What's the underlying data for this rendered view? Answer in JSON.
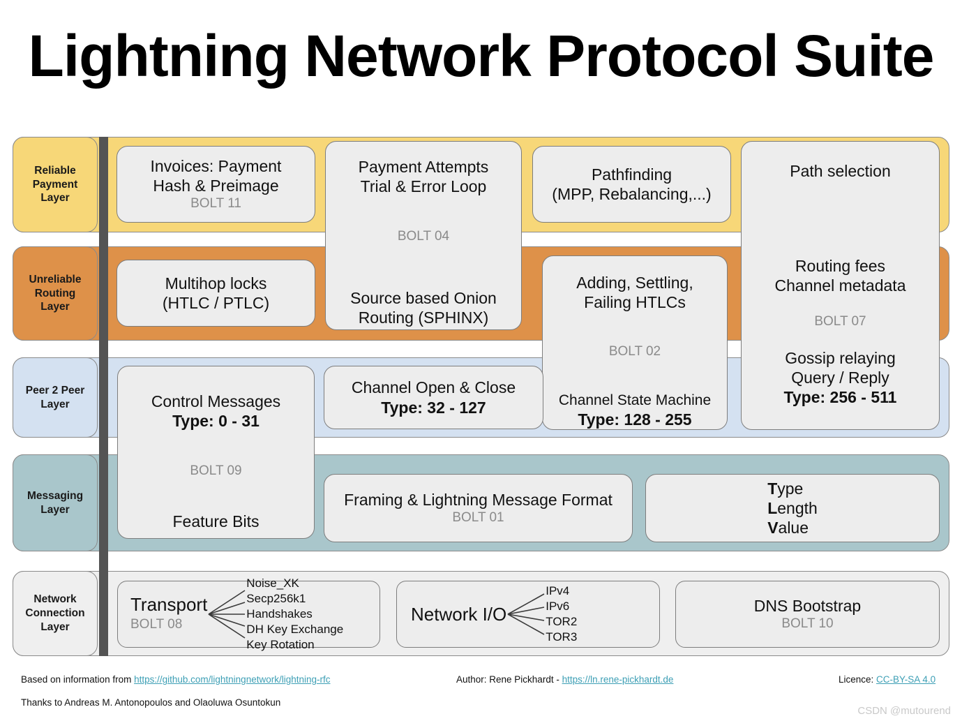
{
  "title": "Lightning Network Protocol Suite",
  "colors": {
    "reliable_payment": "#F7D778",
    "unreliable_routing": "#DE9149",
    "peer2peer": "#D4E1F1",
    "messaging": "#A9C6CB",
    "network_connection": "#EFEFEF",
    "box_fill": "#ededed",
    "spine": "#545454",
    "link": "#3d9fb5",
    "bolt_text": "#8a8a8a"
  },
  "layers": [
    {
      "id": "reliable-payment",
      "label": "Reliable\nPayment\nLayer",
      "label_lines": [
        "Reliable",
        "Payment",
        "Layer"
      ]
    },
    {
      "id": "unreliable-routing",
      "label": "Unreliable\nRouting\nLayer",
      "label_lines": [
        "Unreliable",
        "Routing",
        "Layer"
      ]
    },
    {
      "id": "peer-2-peer",
      "label": "Peer 2 Peer\nLayer",
      "label_lines": [
        "Peer 2 Peer",
        "Layer"
      ]
    },
    {
      "id": "messaging",
      "label": "Messaging\nLayer",
      "label_lines": [
        "Messaging",
        "Layer"
      ]
    },
    {
      "id": "network-connection",
      "label": "Network\nConnection\nLayer",
      "label_lines": [
        "Network",
        "Connection",
        "Layer"
      ]
    }
  ],
  "boxes": {
    "invoices": {
      "line1": "Invoices: Payment",
      "line2": "Hash & Preimage",
      "bolt": "BOLT 11"
    },
    "payment_attempts": {
      "line1": "Payment Attempts",
      "line2": "Trial & Error Loop",
      "bolt": "BOLT 04",
      "line3": "Source based Onion",
      "line4": "Routing (SPHINX)"
    },
    "pathfinding": {
      "line1": "Pathfinding",
      "line2": "(MPP, Rebalancing,...)"
    },
    "path_selection": {
      "line1": "Path selection",
      "line2": "Routing fees",
      "line3": "Channel metadata",
      "bolt": "BOLT 07",
      "line4": "Gossip relaying",
      "line5": "Query / Reply",
      "line6": "Type: 256 - 511"
    },
    "multihop_locks": {
      "line1": "Multihop locks",
      "line2": "(HTLC / PTLC)"
    },
    "htlc_ops": {
      "line1": "Adding, Settling,",
      "line2": "Failing HTLCs",
      "bolt": "BOLT 02",
      "line3": "Channel State Machine",
      "line4": "Type: 128 - 255"
    },
    "control_messages": {
      "line1": "Control Messages",
      "line2": "Type: 0 - 31",
      "bolt": "BOLT 09",
      "line3": "Feature Bits"
    },
    "channel_open_close": {
      "line1": "Channel Open & Close",
      "line2": "Type: 32 - 127"
    },
    "framing": {
      "line1": "Framing & Lightning Message Format",
      "bolt": "BOLT 01"
    },
    "tlv": {
      "line1_bold": "T",
      "line1_rest": "ype",
      "line2_bold": "L",
      "line2_rest": "ength",
      "line3_bold": "V",
      "line3_rest": "alue"
    },
    "transport": {
      "name": "Transport",
      "bolt": "BOLT 08",
      "items": [
        "Noise_XK",
        "Secp256k1",
        "Handshakes",
        "DH Key Exchange",
        "Key Rotation"
      ]
    },
    "network_io": {
      "name": "Network I/O",
      "items": [
        "IPv4",
        "IPv6",
        "TOR2",
        "TOR3"
      ]
    },
    "dns_bootstrap": {
      "line1": "DNS Bootstrap",
      "bolt": "BOLT 10"
    }
  },
  "footer": {
    "based_on_prefix": "Based on information from ",
    "based_on_link": "https://github.com/lightningnetwork/lightning-rfc",
    "thanks": "Thanks to Andreas M. Antonopoulos and Olaoluwa Osuntokun",
    "author_prefix": "Author: Rene Pickhardt - ",
    "author_link": "https://ln.rene-pickhardt.de",
    "licence_prefix": "Licence: ",
    "licence_link": "CC-BY-SA 4.0"
  },
  "watermark": "CSDN @mutourend"
}
